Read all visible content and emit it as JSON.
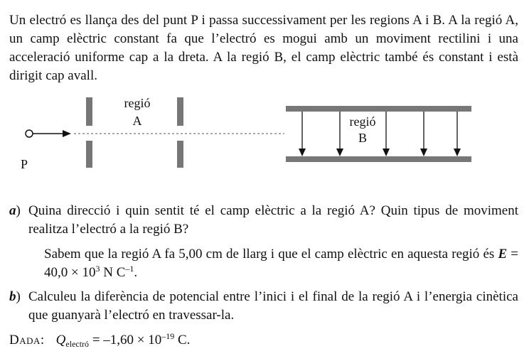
{
  "intro": {
    "text": "Un electró es llança des del punt P i passa successivament per les regions A i B. A la regió A, un camp elèctric constant fa que l’electró es mogui amb un moviment rectilini i una acceleració uniforme cap a la dreta. A la regió B, el camp elèctric també és constant i està dirigit cap avall."
  },
  "diagram": {
    "point_label": "P",
    "region_a_word": "regió",
    "region_a_letter": "A",
    "region_b_word": "regió",
    "region_b_letter": "B",
    "colors": {
      "plate": "#777777",
      "line": "#111111"
    }
  },
  "question_a": {
    "letter": "a",
    "paren": ")",
    "text": "Quina direcció i quin sentit té el camp elèctric a la regió A? Quin tipus de moviment realitza l’electró a la regió B?"
  },
  "note": {
    "text_1": "Sabem que la regió A fa 5,00 cm de llarg i que el camp elèctric en aquesta regió és ",
    "symbol": "E",
    "value": " = 40,0 × 10",
    "exponent": "3",
    "unit": " N C",
    "unit_exponent": "–1",
    "end": "."
  },
  "question_b": {
    "letter": "b",
    "paren": ")",
    "text": "Calculeu la diferència de potencial entre l’inici i el final de la regió A i l’energia cinètica que guanyarà l’electró en travessar-la."
  },
  "dada": {
    "label": "Dada:",
    "symbol": "Q",
    "subscript": "electró",
    "value": " = –1,60 × 10",
    "exponent": "–19",
    "unit": " C."
  }
}
